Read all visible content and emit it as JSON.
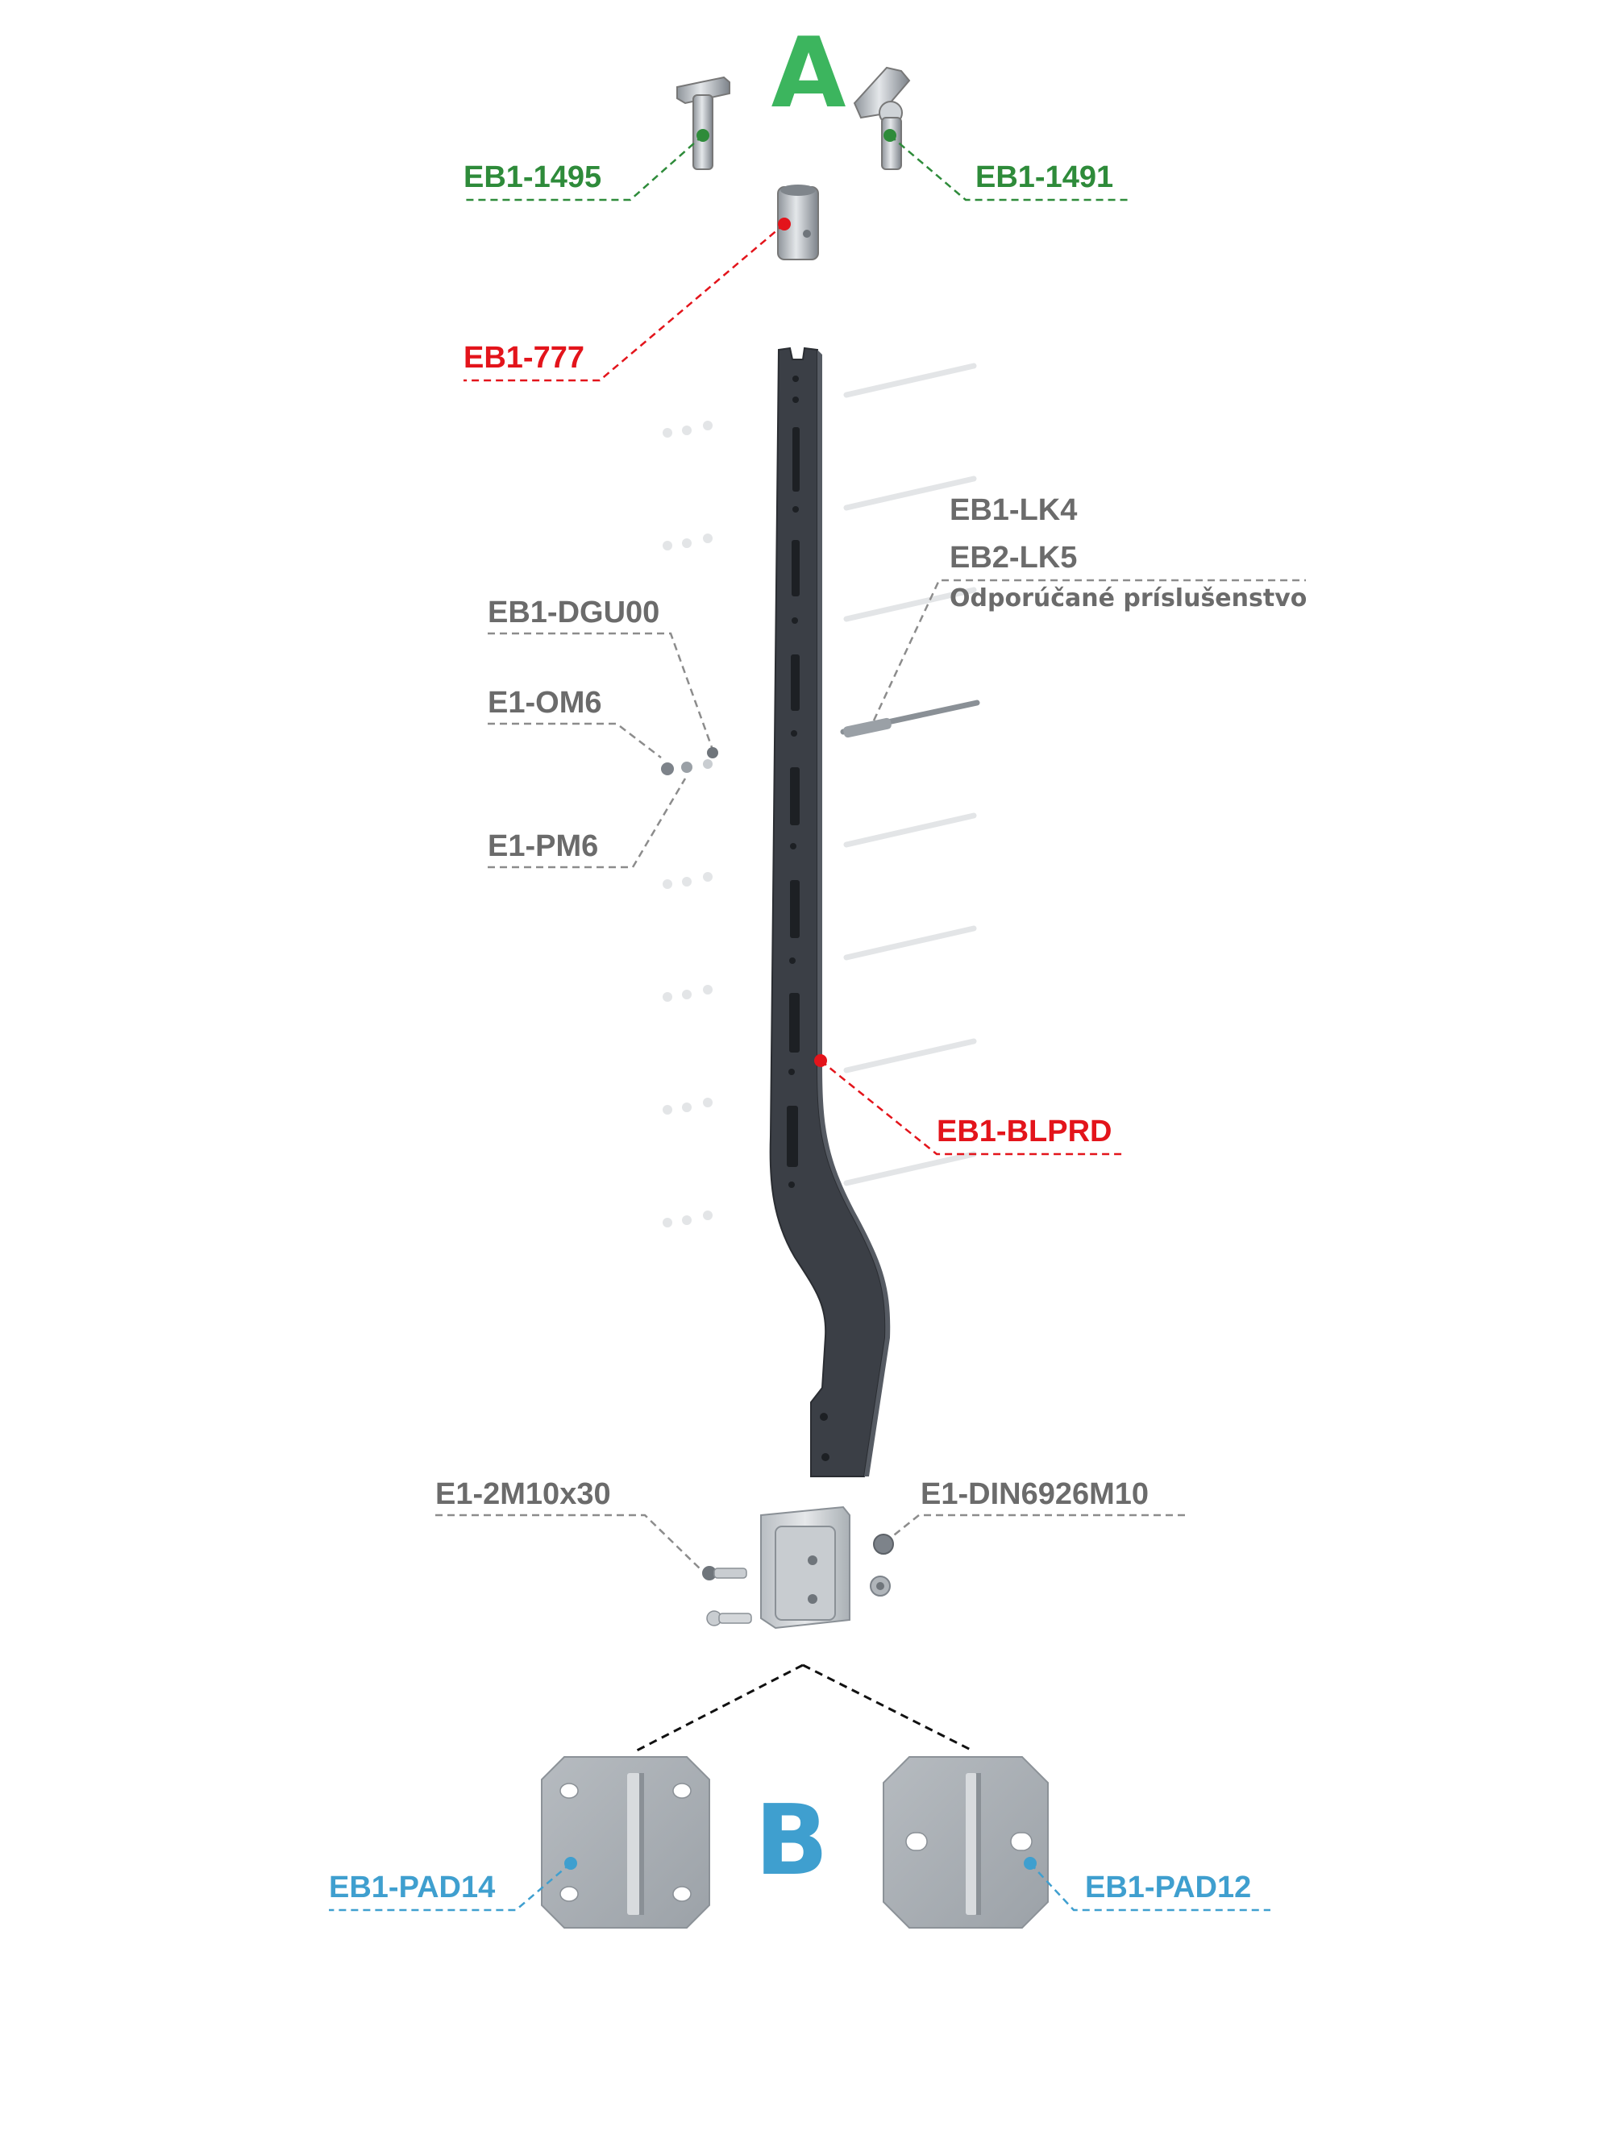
{
  "colors": {
    "green": "#2e8b3a",
    "green_letter": "#3cb55e",
    "red": "#e3141b",
    "gray": "#6b6b6b",
    "blue": "#3f9fcf",
    "post": "#3b3f46",
    "metal": "#a7adb3"
  },
  "group_a": {
    "letter": "A"
  },
  "group_b": {
    "letter": "B"
  },
  "parts": {
    "eb1_1495": "EB1-1495",
    "eb1_1491": "EB1-1491",
    "eb1_777": "EB1-777",
    "eb1_lk4": "EB1-LK4",
    "eb2_lk5": "EB2-LK5",
    "recommended": "Odporúčané príslušenstvo",
    "eb1_dgu00": "EB1-DGU00",
    "e1_om6": "E1-OM6",
    "e1_pm6": "E1-PM6",
    "eb1_blprd": "EB1-BLPRD",
    "e1_2m10x30": "E1-2M10x30",
    "e1_din6926m10": "E1-DIN6926M10",
    "eb1_pad14": "EB1-PAD14",
    "eb1_pad12": "EB1-PAD12"
  },
  "icons": [
    "handrail-saddle-icon",
    "swivel-saddle-icon",
    "connector-sleeve-icon",
    "baluster-post-icon",
    "base-bracket-icon",
    "bolt-icon",
    "nut-icon",
    "base-plate-icon"
  ]
}
